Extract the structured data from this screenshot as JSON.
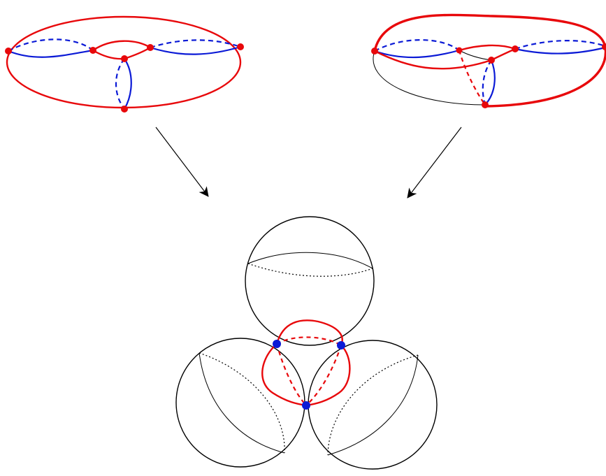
{
  "colors": {
    "curve_red": "#e8080b",
    "curve_blue": "#0b1ad6",
    "outline": "#000000",
    "background": "#ffffff"
  },
  "figure": {
    "left_surface": {
      "description_key": "genus-two-surface-with-graph",
      "vertices": 6
    },
    "right_surface": {
      "description_key": "genus-two-surface-degenerating",
      "vertices": 6
    },
    "bottom_spheres": {
      "count": 3,
      "node_points": 3
    },
    "arrows": 2
  }
}
